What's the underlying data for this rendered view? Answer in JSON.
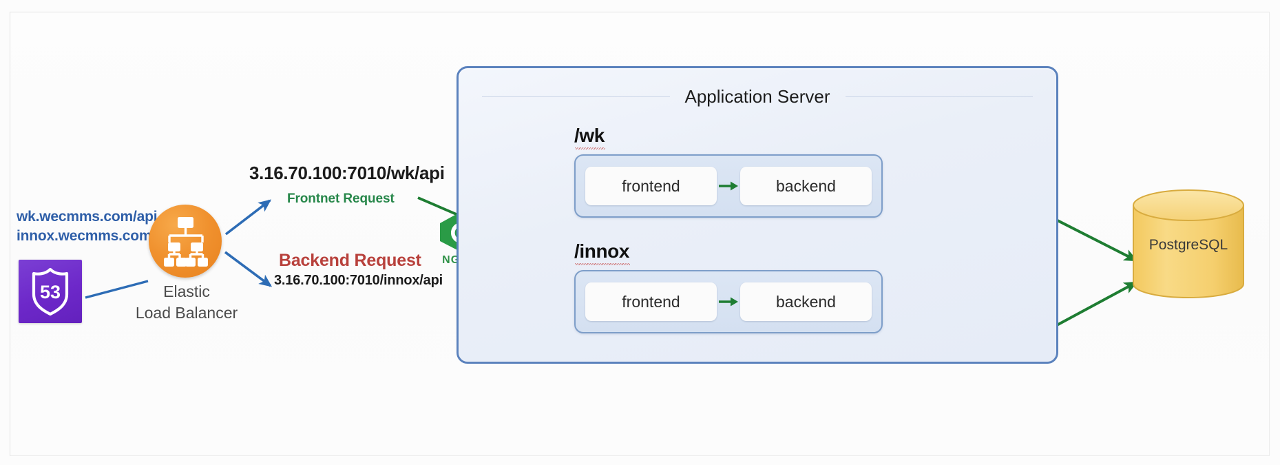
{
  "diagram": {
    "title": "Application Server",
    "dns": {
      "icon": "route53-shield-icon",
      "badge_number": "53",
      "domains": [
        "wk.wecmms.com/api",
        "innox.wecmms.com/api"
      ]
    },
    "load_balancer": {
      "icon": "elastic-load-balancer-icon",
      "label_line1": "Elastic",
      "label_line2": "Load Balancer"
    },
    "requests": {
      "frontend_url": "3.16.70.100:7010/wk/api",
      "frontend_request_label": "Frontnet Request",
      "backend_request_label": "Backend Request",
      "backend_url": "3.16.70.100:7010/innox/api"
    },
    "proxy": {
      "icon": "nginx-logo-icon",
      "name": "NGINX"
    },
    "routes": [
      {
        "path": "/wk",
        "services": [
          {
            "name": "frontend"
          },
          {
            "name": "backend"
          }
        ]
      },
      {
        "path": "/innox",
        "services": [
          {
            "name": "frontend"
          },
          {
            "name": "backend"
          }
        ]
      }
    ],
    "database": {
      "icon": "database-cylinder-icon",
      "name": "PostgreSQL"
    },
    "colors": {
      "route53_purple": "#6d28c9",
      "elb_orange": "#f0912e",
      "domain_blue": "#2f5fa8",
      "frontend_green": "#27874a",
      "backend_red": "#b8413c",
      "nginx_green": "#2f9148",
      "panel_border_blue": "#5b82bd",
      "arrow_blue": "#2d6cb5",
      "arrow_green": "#1e7d32",
      "postgres_gold": "#f5cf6e"
    }
  }
}
